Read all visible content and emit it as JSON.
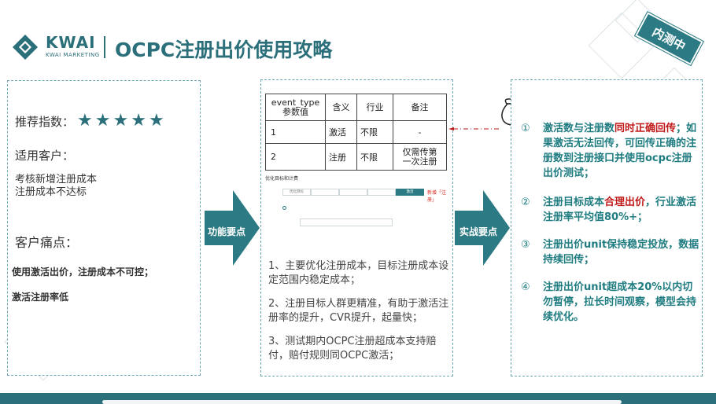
{
  "header": {
    "logo_word": "KWAI",
    "logo_sub": "KWAI MARKETING",
    "title": "OCPC注册出价使用攻略",
    "badge": "内测中"
  },
  "left": {
    "rating_label": "推荐指数：",
    "rating_value": 5,
    "rating_max": 5,
    "clients_label": "适用客户：",
    "clients_line1": "考核新增注册成本",
    "clients_line2": "注册成本不达标",
    "pain_label": "客户痛点：",
    "pain_1": "使用激活出价，注册成本不可控；",
    "pain_2": "激活注册率低"
  },
  "arrows": {
    "left_label": "功能要点",
    "right_label": "实战要点"
  },
  "table": {
    "headers": [
      "event_type\n参数值",
      "含义",
      "行业",
      "备注"
    ],
    "rows": [
      [
        "1",
        "激活",
        "不限",
        "-"
      ],
      [
        "2",
        "注册",
        "不限",
        "仅需传第\n一次注册"
      ]
    ]
  },
  "mini": {
    "title": "优化目标和计费",
    "tabs": [
      "优化目标",
      "",
      "",
      "",
      "激活"
    ],
    "red_note": "新增「注册」"
  },
  "mid": {
    "para1": "1、主要优化注册成本，目标注册成本设定范围内稳定成本；",
    "para2": "2、注册目标人群更精准，有助于激活注册率的提升，CVR提升，起量快；",
    "para3": "3、测试期内OCPC注册超成本支持赔付，赔付规则同OCPC激活；"
  },
  "right": {
    "n1": "①",
    "i1_a": "激活数与注册数",
    "i1_red": "同时正确回传",
    "i1_b": "；如果激活无法回传，可回传正确的注册数到注册接口并使用ocpc注册出价测试；",
    "n2": "②",
    "i2_a": "注册目标成本",
    "i2_red": "合理出价",
    "i2_b": "，行业激活注册率平均值80%+；",
    "n3": "③",
    "i3": "注册出价unit保持稳定投放，数据持续回传；",
    "n4": "④",
    "i4": "注册出价unit超成本20%以内切勿暂停，拉长时间观察，模型会持续优化。"
  },
  "colors": {
    "brand": "#2b6f7a",
    "accent_red": "#c01919",
    "text_teal": "#1f7c80"
  }
}
